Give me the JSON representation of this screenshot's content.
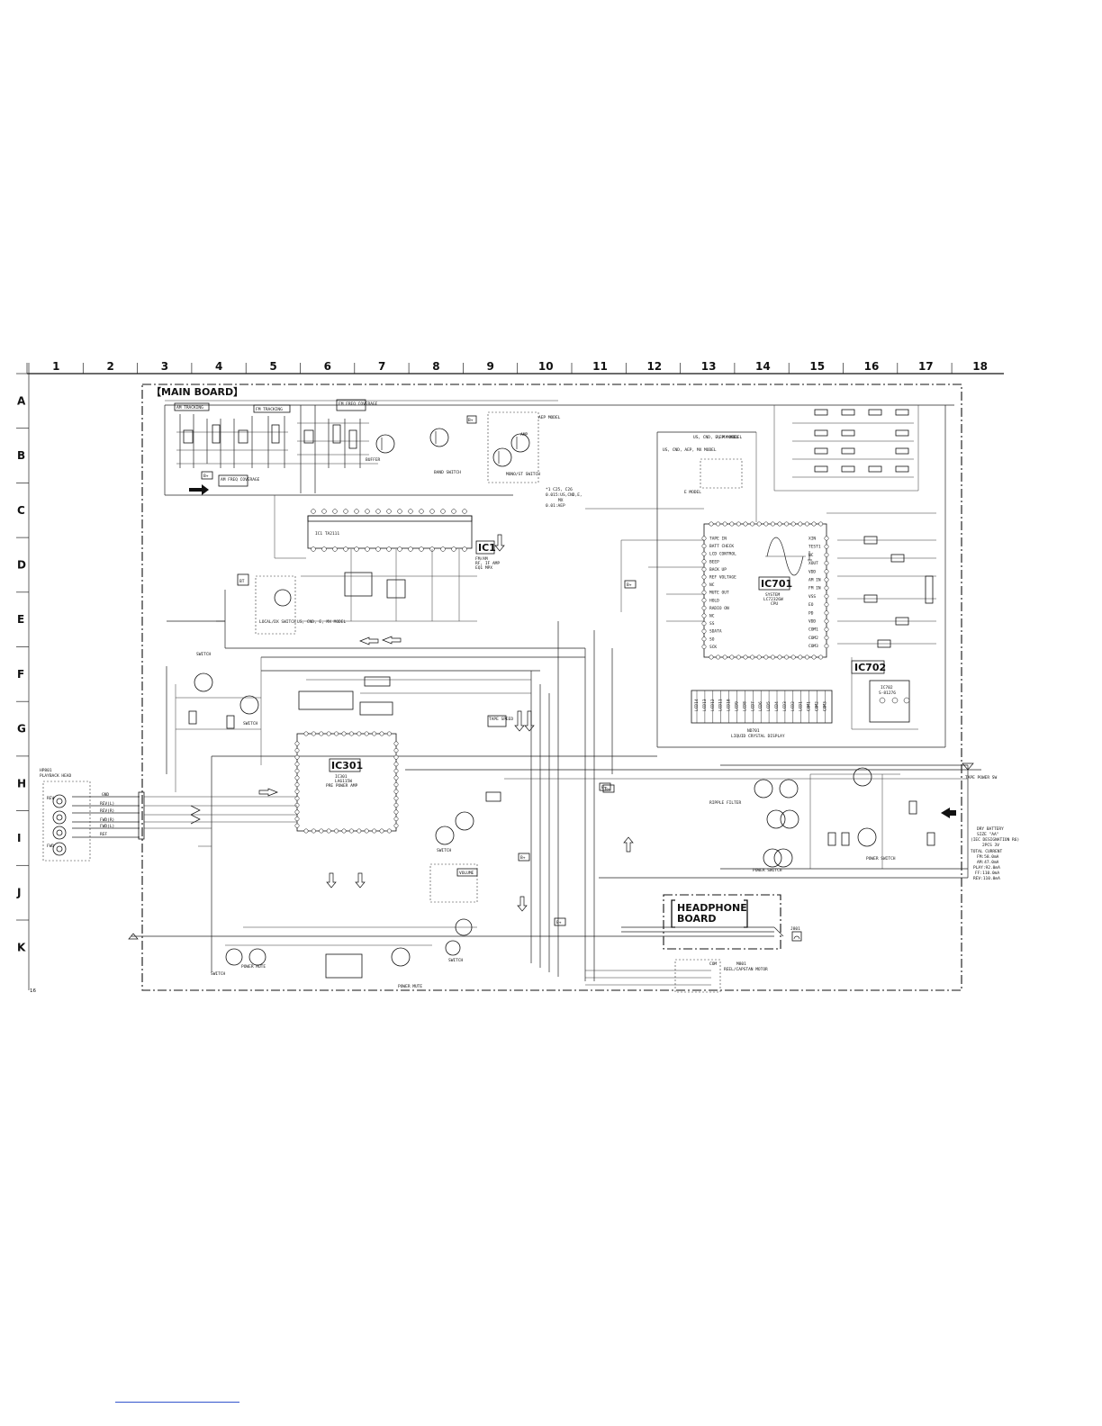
{
  "page_number": "16",
  "board_title": "【MAIN BOARD】",
  "headphone_board": {
    "line1": "HEADPHONE",
    "line2": "BOARD"
  },
  "columns": [
    "1",
    "2",
    "3",
    "4",
    "5",
    "6",
    "7",
    "8",
    "9",
    "10",
    "11",
    "12",
    "13",
    "14",
    "15",
    "16",
    "17",
    "18"
  ],
  "rows": [
    "A",
    "B",
    "C",
    "D",
    "E",
    "F",
    "G",
    "H",
    "I",
    "J",
    "K"
  ],
  "ics": {
    "ic1": {
      "name": "IC1",
      "desc1": "FM/AM",
      "desc2": "RF, IF AMP",
      "desc3": "EQ1 MPX",
      "part": "IC1 TA2111"
    },
    "ic301": {
      "name": "IC301",
      "desc1": "IC301",
      "desc2": "LA6115W",
      "desc3": "PRE POWER AMP"
    },
    "ic701": {
      "name": "IC701",
      "desc1": "SYSTEM",
      "desc2": "LC72326W",
      "desc3": "CPU"
    },
    "ic702": {
      "name": "IC702",
      "desc1": "IC702",
      "desc2": "S-81276"
    }
  },
  "labels": {
    "am_tracking": "AM TRACKING",
    "fm_tracking": "FM TRACKING",
    "fm_freq_coverage": "FM FREQ COVERAGE",
    "am_freq_coverage": "AM FREQ COVERAGE",
    "buffer": "BUFFER",
    "band_switch": "BAND SWITCH",
    "amp": "AMP",
    "mono_st_switch": "MONO/ST SWITCH",
    "aep_model": "AEP MODEL",
    "e_model": "E MODEL",
    "us_model": "US, CND, E, MX MODEL",
    "us_aep_mx": "US, CND, AEP, MX MODEL",
    "local_dx_switch": "LOCAL/DX SWITCH",
    "lcd": "LIQUID CRYSTAL DISPLAY",
    "lcd_ref": "ND701",
    "playback_head": "PLAYBACK HEAD",
    "playback_head_ref": "HP801",
    "tape_speed": "TAPE SPEED",
    "volume": "VOLUME",
    "switch": "SWITCH",
    "power_mute": "POWER MUTE",
    "power_switch": "POWER SWITCH",
    "ripple_filter": "RIPPLE FILTER",
    "tape_power_sw": "TAPE POWER SW",
    "motor": "REEL/CAPSTAN MOTOR",
    "motor_ref": "M801",
    "battery": "DRY BATTERY",
    "battery_size": "SIZE \"AA\"",
    "battery_iec": "(IEC DESIGNATION R6)",
    "battery_v": "2PCS 3V",
    "total_current": "TOTAL CURRENT",
    "current_fm": "FM:58.0mA",
    "current_am": "AM:47.0mA",
    "current_play": "PLAY:92.0mA",
    "current_ff": "FF:110.0mA",
    "current_rev": "REV:110.0mA",
    "c25_note1": "*1 C25, C26",
    "c25_note2": "0.015:US,CND,E,",
    "c25_note3": "MX",
    "c25_note4": "0.01:AEP",
    "ref_b_plus": "B+",
    "ref_bt": "BT",
    "gnd": "GND",
    "rev_l": "REV(L)",
    "rev_r": "REV(R)",
    "fwd_r": "FWD(R)",
    "fwd_l": "FWD(L)",
    "ref_label": "REF",
    "rev_head": "REV",
    "fwd_head": "FWD",
    "hp_jack": "J801",
    "pin_com": "COM",
    "ic701_pins_left": [
      "TAPE IN",
      "BATT CHECK",
      "LCD CONTROL",
      "BEEP",
      "BACK UP",
      "REF VOLTAGE",
      "NC",
      "MUTE OUT",
      "HOLD",
      "RADIO ON",
      "NC",
      "SS",
      "SDATA",
      "SO",
      "SCK"
    ],
    "ic701_pins_right": [
      "XIN",
      "TEST1",
      "NC",
      "XOUT",
      "VDD",
      "AM IN",
      "FM IN",
      "VSS",
      "EO",
      "PD",
      "VDD",
      "COM1",
      "COM2",
      "COM3"
    ],
    "lcd_segments": [
      "LCD14",
      "LCD13",
      "LCD12",
      "LCD11",
      "LCD10",
      "LCD9",
      "LCD8",
      "LCD7",
      "LCD6",
      "LCD5",
      "LCD4",
      "LCD3",
      "LCD2",
      "LCD1",
      "COM1",
      "COM2",
      "COM3"
    ]
  }
}
